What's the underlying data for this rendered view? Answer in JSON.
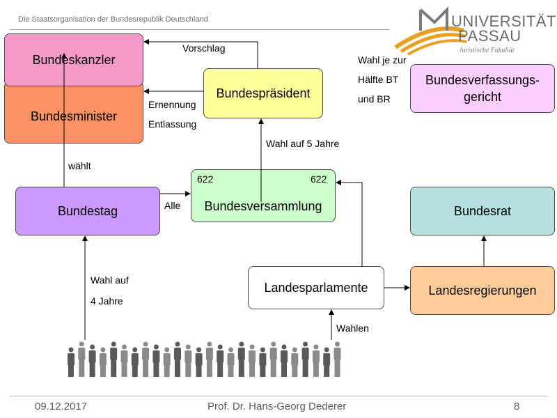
{
  "header": {
    "title": "Die Staatsorganisation der Bundesrepublik Deutschland"
  },
  "logo": {
    "line1": "UNIVERSITÄT",
    "line2": "PASSAU",
    "subtitle": "Juristische Fakultät"
  },
  "boxes": {
    "bundeskanzler": "Bundeskanzler",
    "bundesminister": "Bundesminister",
    "bundespraesident": "Bundespräsident",
    "bundesverfassungsgericht": "Bundesverfassungs-gericht",
    "bundestag": "Bundestag",
    "bundesversammlung": "Bundesversammlung",
    "bundesrat": "Bundesrat",
    "landesparlamente": "Landesparlamente",
    "landesregierungen": "Landesregierungen"
  },
  "numbers": {
    "left": "622",
    "right": "622"
  },
  "labels": {
    "vorschlag": "Vorschlag",
    "ernennung": "Ernennung",
    "entlassung": "Entlassung",
    "waehlt": "wählt",
    "alle": "Alle",
    "wahl_5_jahre": "Wahl auf 5 Jahre",
    "wahl_je_1": "Wahl je zur",
    "wahl_je_2": "Hälfte BT",
    "wahl_je_3": "und BR",
    "wahl_auf": "Wahl auf",
    "vier_jahre": "4 Jahre",
    "wahlen": "Wahlen"
  },
  "footer": {
    "date": "09.12.2017",
    "author": "Prof. Dr. Hans-Georg Dederer",
    "page": "8"
  }
}
